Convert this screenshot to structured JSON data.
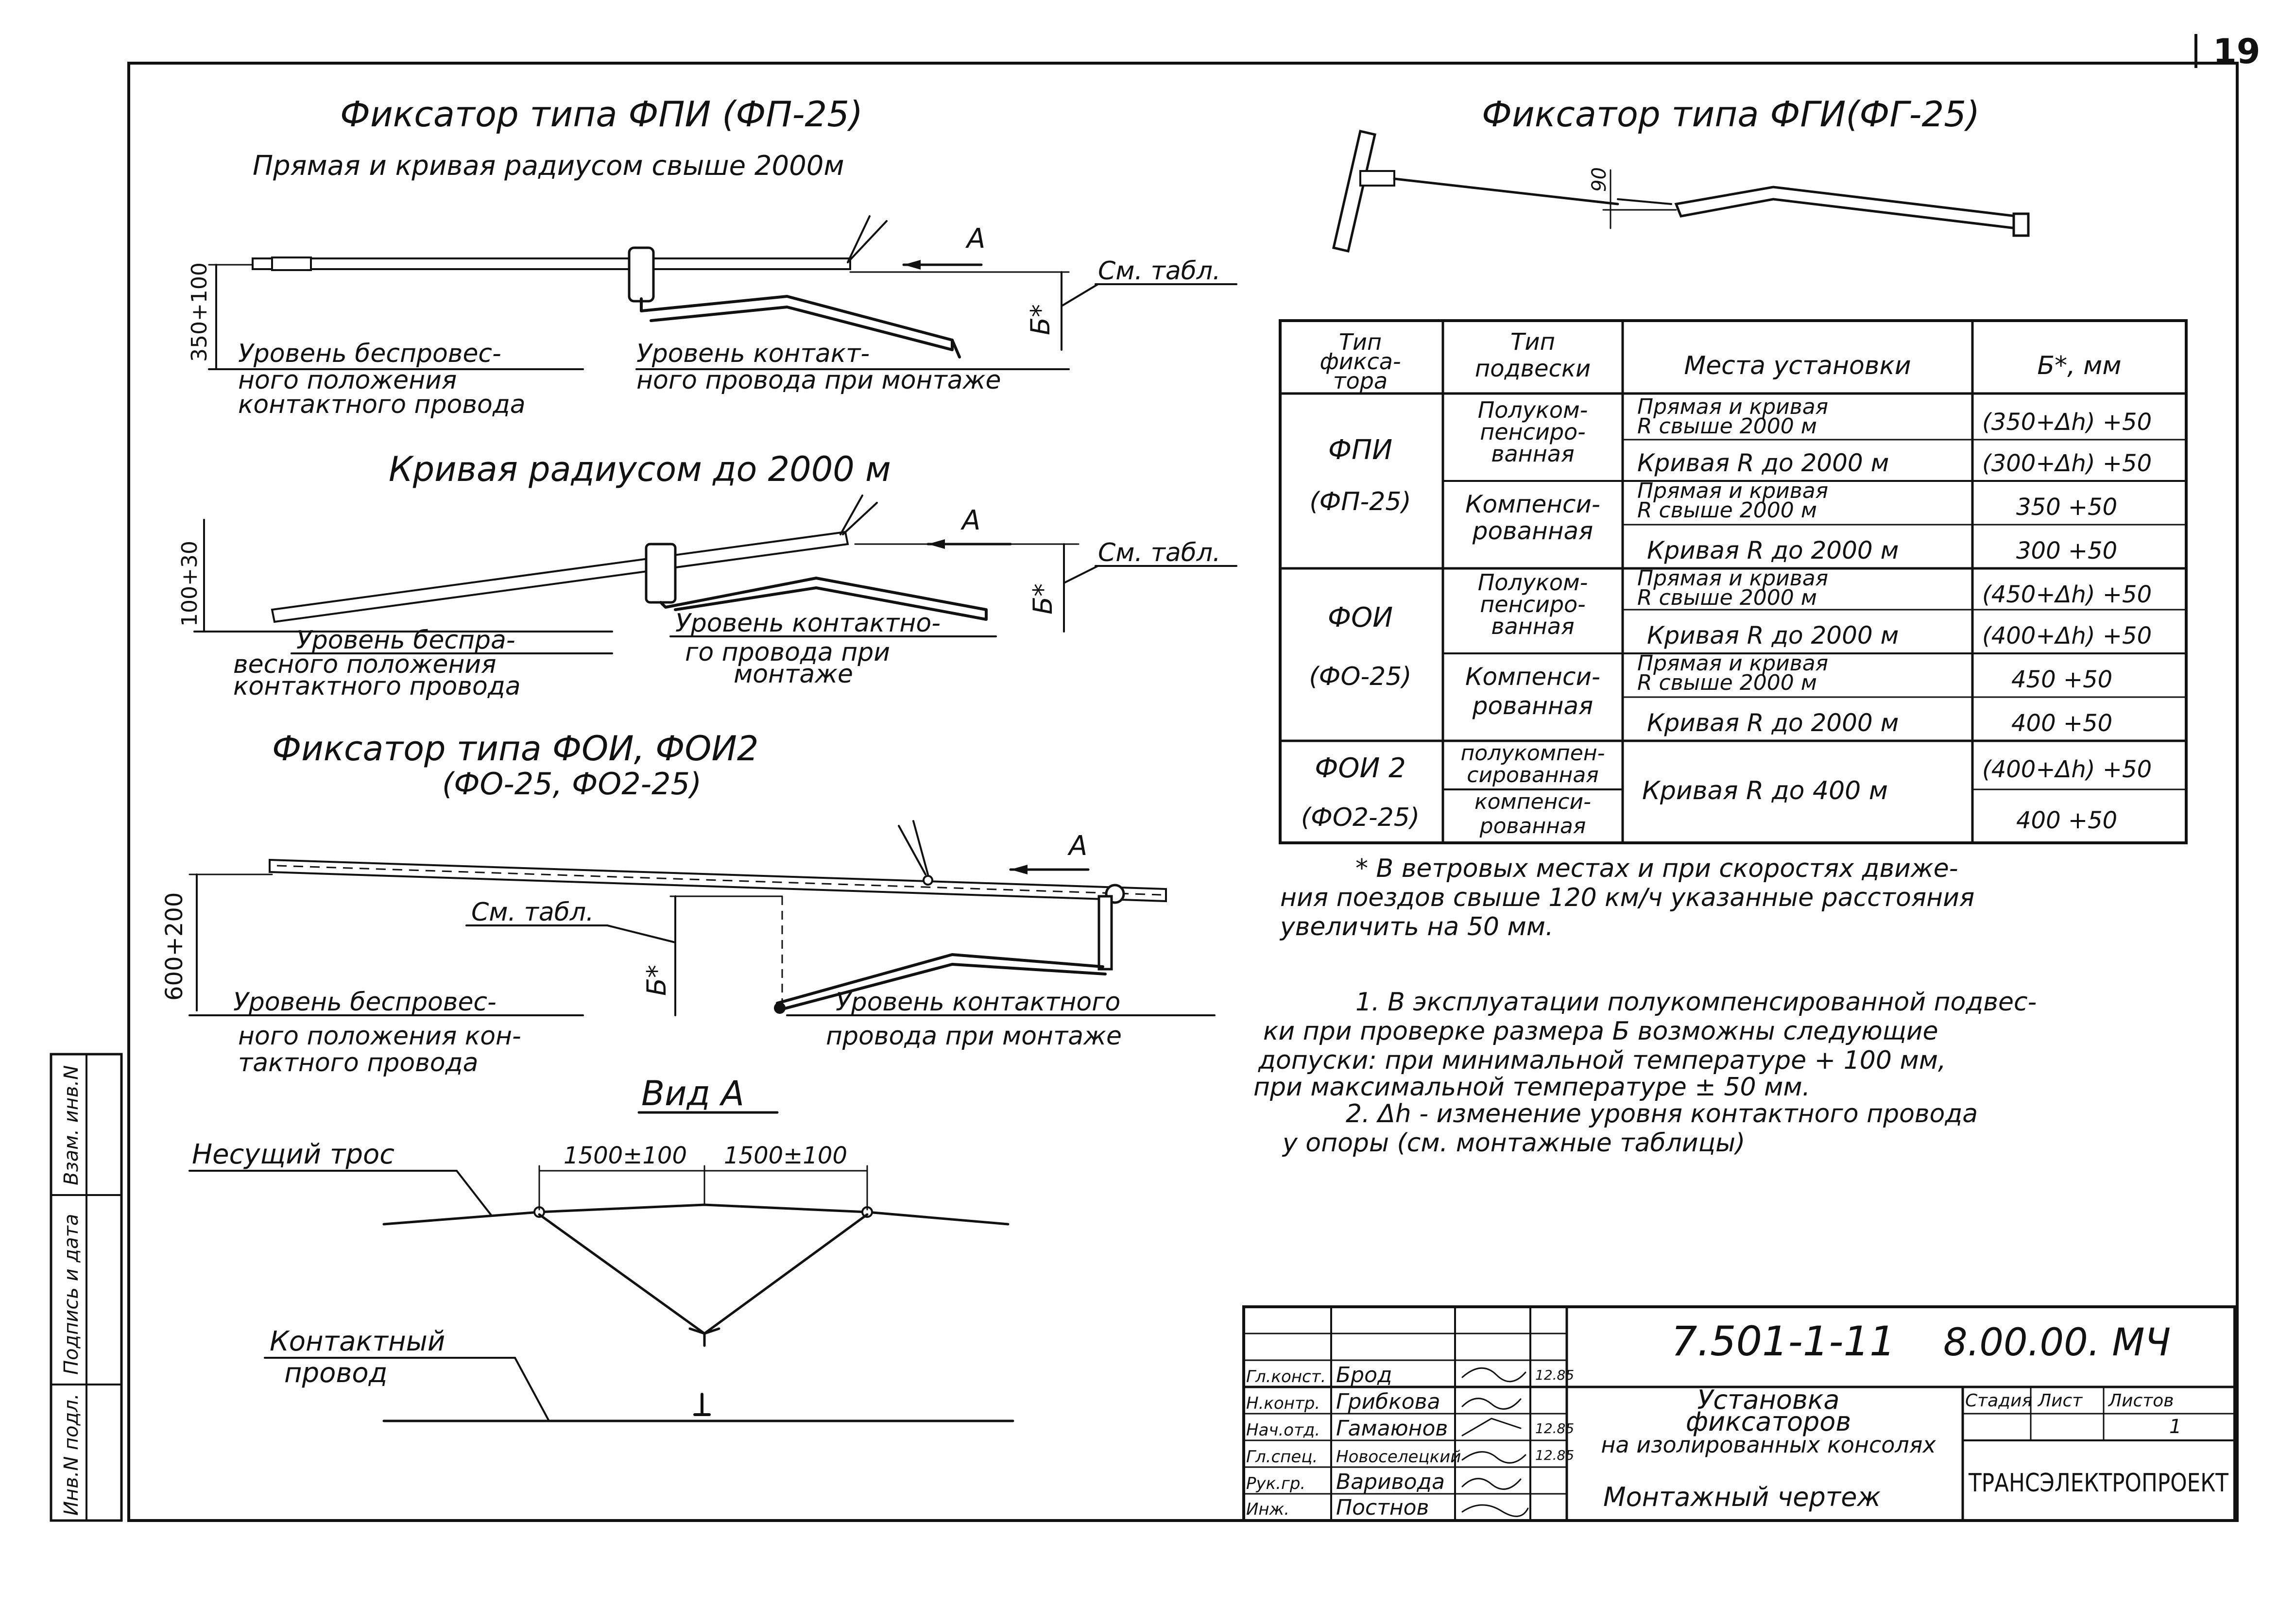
{
  "sheet": {
    "number": "19",
    "side_stamp": {
      "inv_no_orig": "Инв.N подл.",
      "sign_date": "Подпись и дата",
      "replaces_inv": "Взам. инв.N"
    }
  },
  "fpi": {
    "title": "Фиксатор типа ФПИ (ФП-25)",
    "subtitle": "Прямая и кривая радиусом свыше 2000м",
    "dim_height": "350+100",
    "dim_b": "Б*",
    "see_table": "См. табл.",
    "arrow_a": "А",
    "label_free_1": "Уровень беспровес-",
    "label_free_2": "ного положения",
    "label_free_3": "контактного провода",
    "label_mount_1": "Уровень контакт-",
    "label_mount_2": "ного провода при монтаже"
  },
  "curve": {
    "title": "Кривая радиусом до 2000 м",
    "dim_height": "100+30",
    "dim_b": "Б*",
    "see_table": "См. табл.",
    "arrow_a": "А",
    "label_free_1": "Уровень беспра-",
    "label_free_2": "весного положения",
    "label_free_3": "контактного провода",
    "label_mount_1": "Уровень контактно-",
    "label_mount_2": "го провода при",
    "label_mount_3": "монтаже"
  },
  "foi": {
    "title_1": "Фиксатор типа ФОИ, ФОИ2",
    "title_2": "(ФО-25, ФО2-25)",
    "dim_height": "600+200",
    "dim_b": "Б*",
    "see_table": "См. табл.",
    "arrow_a": "А",
    "label_free_1": "Уровень беспровес-",
    "label_free_2": "ного положения кон-",
    "label_free_3": "тактного провода",
    "label_mount_1": "Уровень контактного",
    "label_mount_2": "провода при монтаже"
  },
  "view_a": {
    "title": "Вид А",
    "carrier": "Несущий трос",
    "span_left": "1500±100",
    "span_right": "1500±100",
    "contact_1": "Контактный",
    "contact_2": "провод"
  },
  "fgi": {
    "title": "Фиксатор типа ФГИ(ФГ-25)",
    "dim": "90"
  },
  "table": {
    "headers": [
      "Тип фикса-тора",
      "Тип подвески",
      "Места установки",
      "Б*, мм"
    ],
    "groups": [
      {
        "type_1": "ФПИ",
        "type_2": "(ФП-25)",
        "rows": [
          {
            "susp": "Полукомпенсированная",
            "place": "Прямая и кривая R свыше 2000 м",
            "b": "(350+Δh) +50"
          },
          {
            "susp": "",
            "place": "Кривая R до 2000 м",
            "b": "(300+Δh) +50"
          },
          {
            "susp": "Компенсированная",
            "place": "Прямая и кривая R свыше 2000 м",
            "b": "350 +50"
          },
          {
            "susp": "",
            "place": "Кривая R до 2000 м",
            "b": "300 +50"
          }
        ]
      },
      {
        "type_1": "ФОИ",
        "type_2": "(ФО-25)",
        "rows": [
          {
            "susp": "Полукомпенсированная",
            "place": "Прямая и кривая R свыше 2000 м",
            "b": "(450+Δh) +50"
          },
          {
            "susp": "",
            "place": "Кривая R до 2000 м",
            "b": "(400+Δh) +50"
          },
          {
            "susp": "Компенсированная",
            "place": "Прямая и кривая R свыше 2000 м",
            "b": "450 +50"
          },
          {
            "susp": "",
            "place": "Кривая R до 2000 м",
            "b": "400 +50"
          }
        ]
      },
      {
        "type_1": "ФОИ 2",
        "type_2": "(ФО2-25)",
        "rows": [
          {
            "susp": "Полукомпенсированная",
            "place": "Кривая R до 400 м",
            "b": "(400+Δh) +50"
          },
          {
            "susp": "компенсированная",
            "place": "",
            "b": "400 +50"
          }
        ]
      }
    ],
    "susp_lines": {
      "semi_1": "Полуком-",
      "semi_2": "пенсиро-",
      "semi_3": "ванная",
      "comp_1": "Компенси-",
      "comp_2": "рованная",
      "semi3_1": "полукомпен-",
      "semi3_2": "сированная",
      "comp3_1": "компенси-",
      "comp3_2": "рованная"
    },
    "place_lines": {
      "straight_1": "Прямая и кривая",
      "straight_2": "R свыше 2000 м",
      "curve2000": "Кривая R до 2000 м",
      "curve400": "Кривая R до 400 м"
    }
  },
  "notes": {
    "star_1": "* В ветровых местах и при скоростях движе-",
    "star_2": "ния поездов свыше 120 км/ч указанные расстояния",
    "star_3": "увеличить на 50 мм.",
    "n1_1": "1. В эксплуатации полукомпенсированной подвес-",
    "n1_2": "ки при проверке размера Б возможны следующие",
    "n1_3": "допуски: при минимальной температуре + 100 мм,",
    "n1_4": "при максимальной температуре ± 50 мм.",
    "n2_1": "2. Δh - изменение уровня контактного провода",
    "n2_2": "у опоры (см. монтажные таблицы)"
  },
  "title_block": {
    "doc_code": "7.501-1-11",
    "doc_suffix": "8.00.00. МЧ",
    "name_1": "Установка",
    "name_2": "фиксаторов",
    "name_3": "на изолированных консолях",
    "drawing_type": "Монтажный чертеж",
    "stage_label": "Стадия",
    "sheet_label": "Лист",
    "sheets_label": "Листов",
    "sheets_value": "1",
    "organization": "ТРАНСЭЛЕКТРОПРОЕКТ",
    "people": [
      {
        "role": "Гл.конст.",
        "name": "Брод",
        "date": "12.85"
      },
      {
        "role": "Н.контр.",
        "name": "Грибкова",
        "date": ""
      },
      {
        "role": "Нач.отд.",
        "name": "Гамаюнов",
        "date": "12.85"
      },
      {
        "role": "Гл.спец.",
        "name": "Новоселецкий",
        "date": "12.85"
      },
      {
        "role": "Рук.гр.",
        "name": "Варивода",
        "date": ""
      },
      {
        "role": "Инж.",
        "name": "Постнов",
        "date": ""
      }
    ]
  }
}
